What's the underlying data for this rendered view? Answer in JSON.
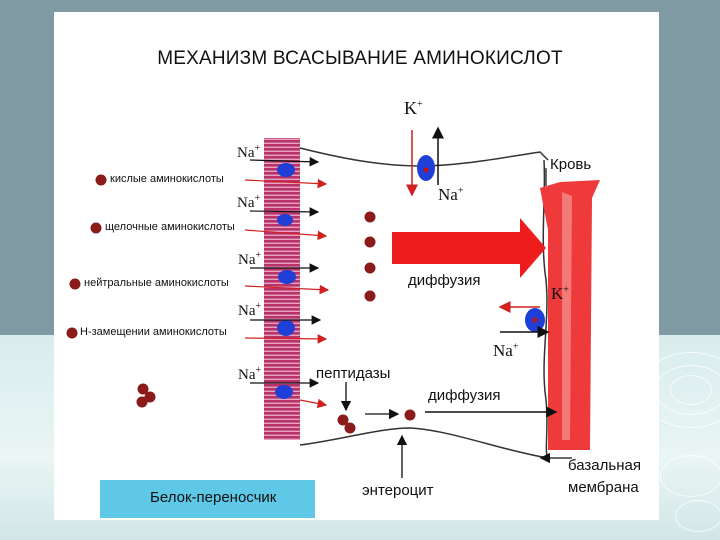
{
  "title": "МЕХАНИЗМ ВСАСЫВАНИЕ АМИНОКИСЛОТ",
  "amino_acid_types": [
    "кислые аминокислоты",
    "щелочные аминокислоты",
    "нейтральные аминокислоты",
    "Н-замещении аминокислоты"
  ],
  "ions": {
    "na_symbol": "Na",
    "na_charge": "+",
    "k_symbol": "K",
    "k_charge": "+"
  },
  "labels": {
    "blood": "Кровь",
    "diffusion_top": "диффузия",
    "diffusion_bottom": "диффузия",
    "peptidases": "пептидазы",
    "enterocyte": "энтероцит",
    "basal_membrane_line1": "базальная",
    "basal_membrane_line2": "мембрана"
  },
  "legend": {
    "carrier_protein": "Белок-переносчик"
  },
  "colors": {
    "villi": "#b8336a",
    "carrier": "#1f3fd6",
    "amino_acid": "#8b1a1a",
    "blood_vessel": "#ee3a3a",
    "arrow_red": "#ee1c1c",
    "legend_bg": "#5fc8e6"
  }
}
